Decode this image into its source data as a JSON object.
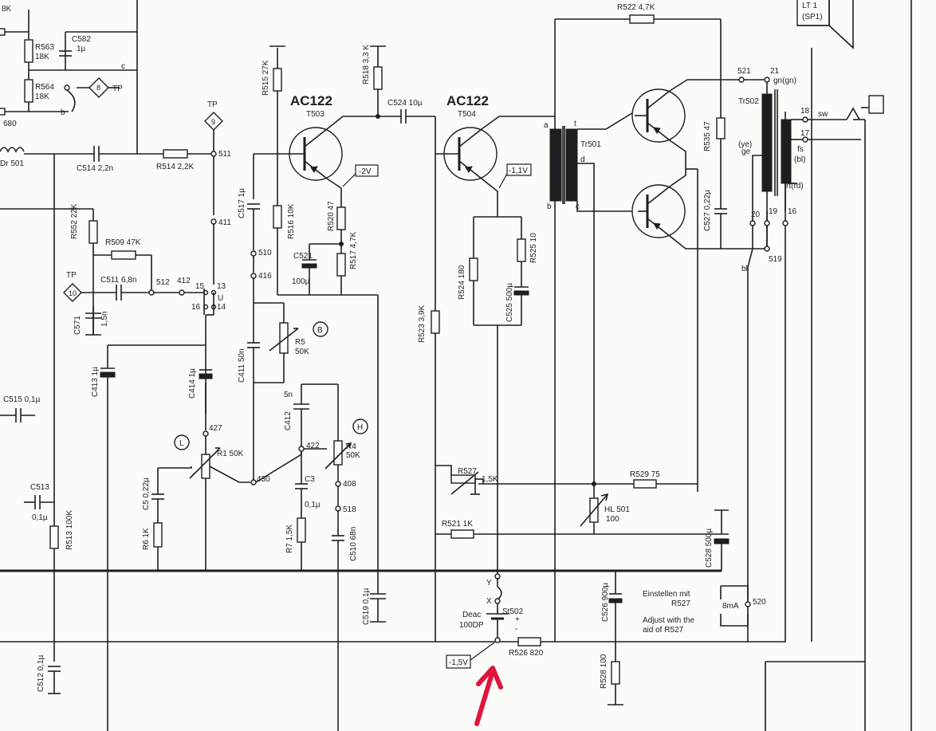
{
  "labels": {
    "r563": "R563",
    "r563v": "18K",
    "r564": "R564",
    "r564v": "18K",
    "k18": "8K",
    "n680": "680",
    "c582": "C582",
    "c582v": "1µ",
    "tp": "TP",
    "tp8": "8",
    "tp9": "9",
    "tp10": "10",
    "c": "c",
    "b": "b",
    "dr501": "Dr 501",
    "c514": "C514 2,2n",
    "r514": "R514 2,2K",
    "n511": "511",
    "r515": "R515 27K",
    "r518": "R518 3,3 K",
    "c524": "C524 10µ",
    "ac122a": "AC122",
    "t503": "T503",
    "ac122b": "AC122",
    "t504": "T504",
    "m2v": "-2V",
    "m11v": "-1,1V",
    "r516": "R516 10K",
    "r520": "R520 47",
    "c517": "C517 1µ",
    "n411": "411",
    "c521": "C521",
    "c521v": "100µ",
    "r517": "R517 4,7K",
    "n510": "510",
    "n416": "416",
    "r552": "R552 22K",
    "r509": "R509 47K",
    "c511": "C511 6,8n",
    "n512": "512",
    "n412": "412",
    "n15": "15",
    "n13": "13",
    "n16": "16",
    "n14": "14",
    "u": "U",
    "c571": "C571",
    "c571v": "1,5n",
    "c411": "C411 50n",
    "r5": "R5",
    "r5v": "50K",
    "mb": "B",
    "c413": "C413 1µ",
    "c414": "C414 1µ",
    "c515": "C515 0,1µ",
    "c412": "C412",
    "c412v": "5n",
    "mh": "H",
    "r4": "R4",
    "r4v": "50K",
    "n427": "427",
    "ml": "L",
    "r1": "R1 50K",
    "n422": "422",
    "n430": "430",
    "c3": "C3",
    "c3v": "0,1µ",
    "n408": "408",
    "n518": "518",
    "c513": "C513",
    "c513v": "0,1µ",
    "c5": "C5 0,22µ",
    "r6": "R6 1K",
    "r7": "R7 1,5K",
    "c510": "C510 68n",
    "r513": "R513 100K",
    "c519": "C519 0,1µ",
    "r523": "R523 3,9K",
    "r524": "R524 180",
    "r525": "R525 10",
    "c525": "C525 500µ",
    "tr501": "Tr501",
    "ta": "a",
    "tb": "b",
    "tc": "c",
    "td": "d",
    "tt": "t",
    "r522": "R522 4,7K",
    "n521": "521",
    "r535": "R535 47",
    "c527": "C527 0,22µ",
    "tr502": "Tr502",
    "n21": "21",
    "gn": "gn(gn)",
    "ye": "(ye)",
    "ge": "ge",
    "n18": "18",
    "sw": "sw",
    "n17": "17",
    "fs": "fs",
    "bl": "(bl)",
    "rt": "rt(rd)",
    "n20": "20",
    "n19": "19",
    "n16b": "16",
    "n519": "519",
    "bl2": "bl",
    "lt1": "LT 1",
    "sp1": "(SP1)",
    "r527": "R527",
    "r527v": "1,5K",
    "r529": "R529 75",
    "hl501": "HL 501",
    "hl501v": "100",
    "r521": "R521 1K",
    "c528": "C528 500µ",
    "y": "Y",
    "x": "X",
    "st502": "St502",
    "plus": "+",
    "minus": "-",
    "deac": "Deac",
    "deacv": "100DP",
    "r526": "R526 820",
    "m15v": "-1,5V",
    "c526": "C526 900µ",
    "r528": "R528 100",
    "ein1": "Einstellen mit",
    "ein2": "R527",
    "adj1": "Adjust with the",
    "adj2": "aid of R527",
    "ma8": "8mA",
    "n520": "520",
    "c512": "C512 0,1µ"
  },
  "colors": {
    "ink": "#1e1e1e",
    "paper": "#fbfbf8",
    "arrow": "#e0143c"
  },
  "icons": {
    "transistor": "pnp-transistor-symbol",
    "arrow": "red-pointer-arrow"
  }
}
